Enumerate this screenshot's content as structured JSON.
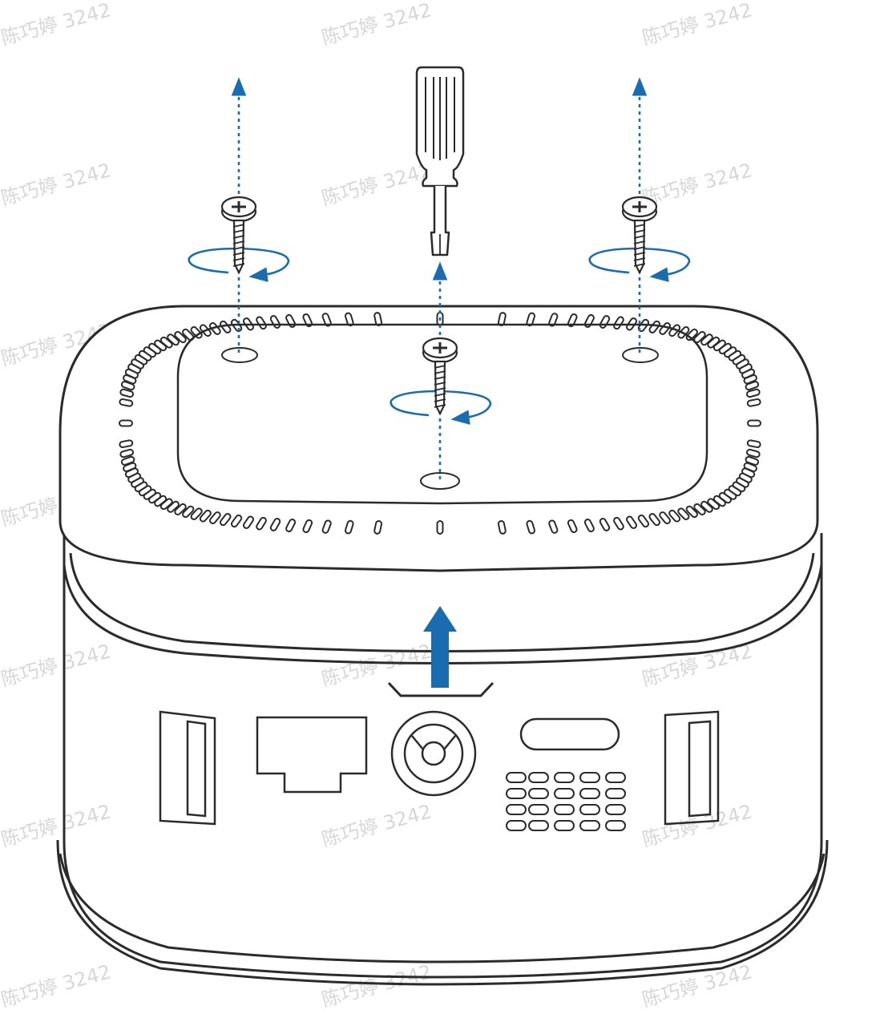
{
  "watermark": {
    "text": "陈巧婷 3242",
    "color": "#d7d7d7"
  },
  "colors": {
    "stroke": "#2b2b2b",
    "accent": "#1a6cb0",
    "background": "#ffffff"
  },
  "parts": {
    "screws": [
      "screw-left",
      "screw-center",
      "screw-right"
    ],
    "tool": "screwdriver",
    "ports": [
      "usb-port-left",
      "ethernet-port",
      "power-jack",
      "led-window",
      "vent-grille",
      "usb-port-right"
    ]
  }
}
